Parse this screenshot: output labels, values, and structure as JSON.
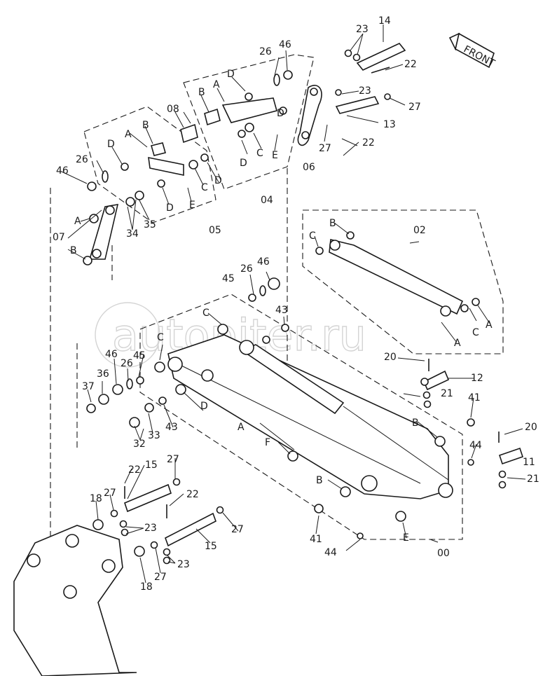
{
  "watermark": "autopiter.ru",
  "front_label": "FRONT",
  "callouts": {
    "p14": "14",
    "p23a": "23",
    "p22a": "22",
    "p23b": "23",
    "p27a": "27",
    "p13": "13",
    "p27b": "27",
    "p22b": "22",
    "p06": "06",
    "p26a": "26",
    "p46a": "46",
    "pDa": "D",
    "pBa": "B",
    "pAa": "A",
    "pDb": "D",
    "pDc": "D",
    "pCa": "C",
    "pEa": "E",
    "pDd": "D",
    "p08": "08",
    "p04": "04",
    "pDe": "D",
    "pAb": "A",
    "pBb": "B",
    "p26b": "26",
    "p46b": "46",
    "pCb": "C",
    "pDf": "D",
    "pEb": "E",
    "pDg": "D",
    "p05": "05",
    "p35": "35",
    "p34": "34",
    "pAc": "A",
    "p07": "07",
    "pBc": "B",
    "pBd": "B",
    "p02": "02",
    "pCc": "C",
    "pAd": "A",
    "pAe": "A",
    "p26c": "26",
    "p46c": "46",
    "p45a": "45",
    "p43a": "43",
    "pCd": "C",
    "pCe": "C",
    "p46d": "46",
    "p45b": "45",
    "p26d": "26",
    "p36": "36",
    "p37": "37",
    "pDh": "D",
    "p43b": "43",
    "p32": "32",
    "p33": "33",
    "pAf": "A",
    "p20a": "20",
    "p12": "12",
    "p21a": "21",
    "p41a": "41",
    "pBe": "B",
    "p44a": "44",
    "p20b": "20",
    "p11": "11",
    "p21b": "21",
    "pF": "F",
    "pBf": "B",
    "p41b": "41",
    "p44b": "44",
    "pE": "E",
    "p00": "00",
    "p15a": "15",
    "p22c": "22",
    "p27c": "27",
    "p27d": "27",
    "p18a": "18",
    "p23c": "23",
    "p22d": "22",
    "p27e": "27",
    "p15b": "15",
    "p23d": "23",
    "p27f": "27",
    "p18b": "18"
  }
}
